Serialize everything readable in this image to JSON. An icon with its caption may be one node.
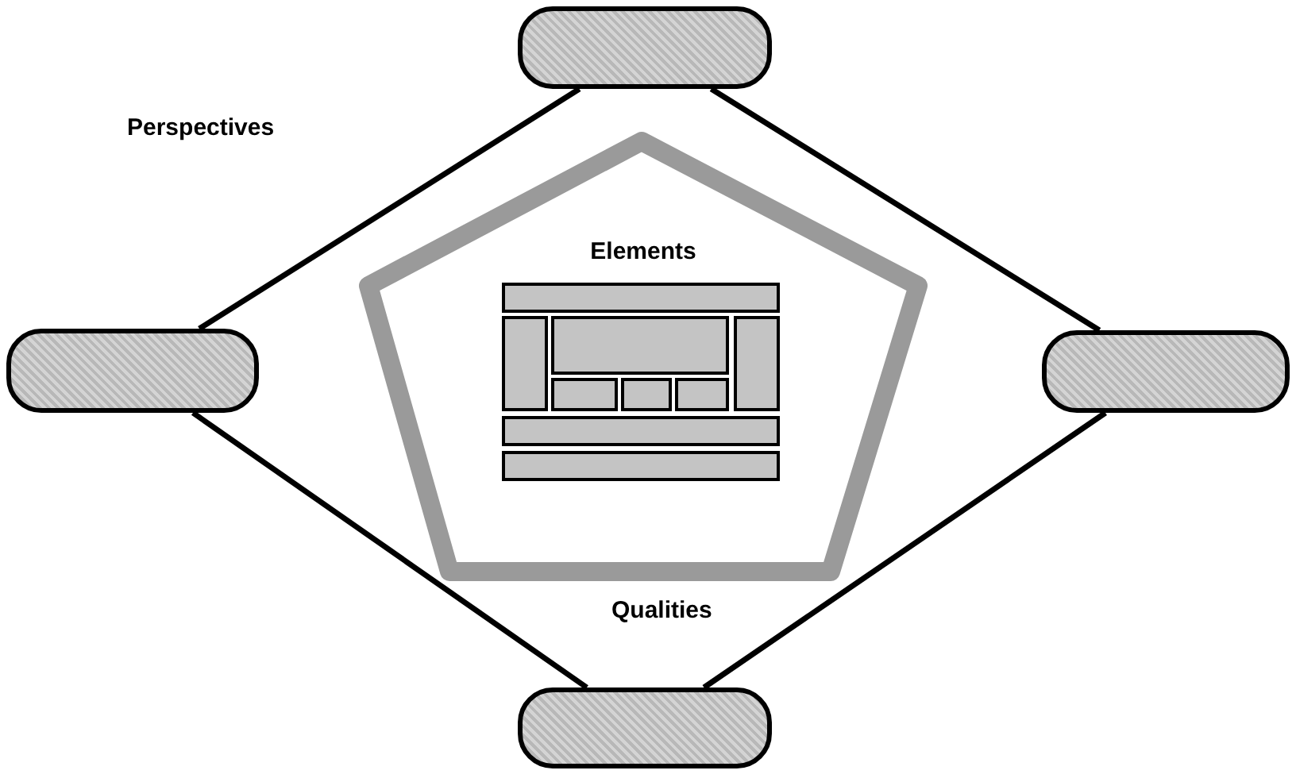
{
  "diagram": {
    "nodes": [
      {
        "text": [],
        "shape": "pill"
      },
      {
        "text": [],
        "shape": "pill"
      },
      {
        "text": [],
        "shape": "pill"
      },
      {
        "text": [],
        "shape": "pill"
      },
      {
        "text": [
          "Elements"
        ]
      }
    ],
    "edges": [
      {
        "from": 0,
        "to": 1,
        "arrow": "none"
      },
      {
        "from": 0,
        "to": 2,
        "arrow": "none"
      },
      {
        "from": 1,
        "to": 3,
        "arrow": "none"
      },
      {
        "from": 2,
        "to": 3,
        "arrow": "none"
      }
    ],
    "labels": [
      "Perspectives",
      "Qualities"
    ]
  }
}
